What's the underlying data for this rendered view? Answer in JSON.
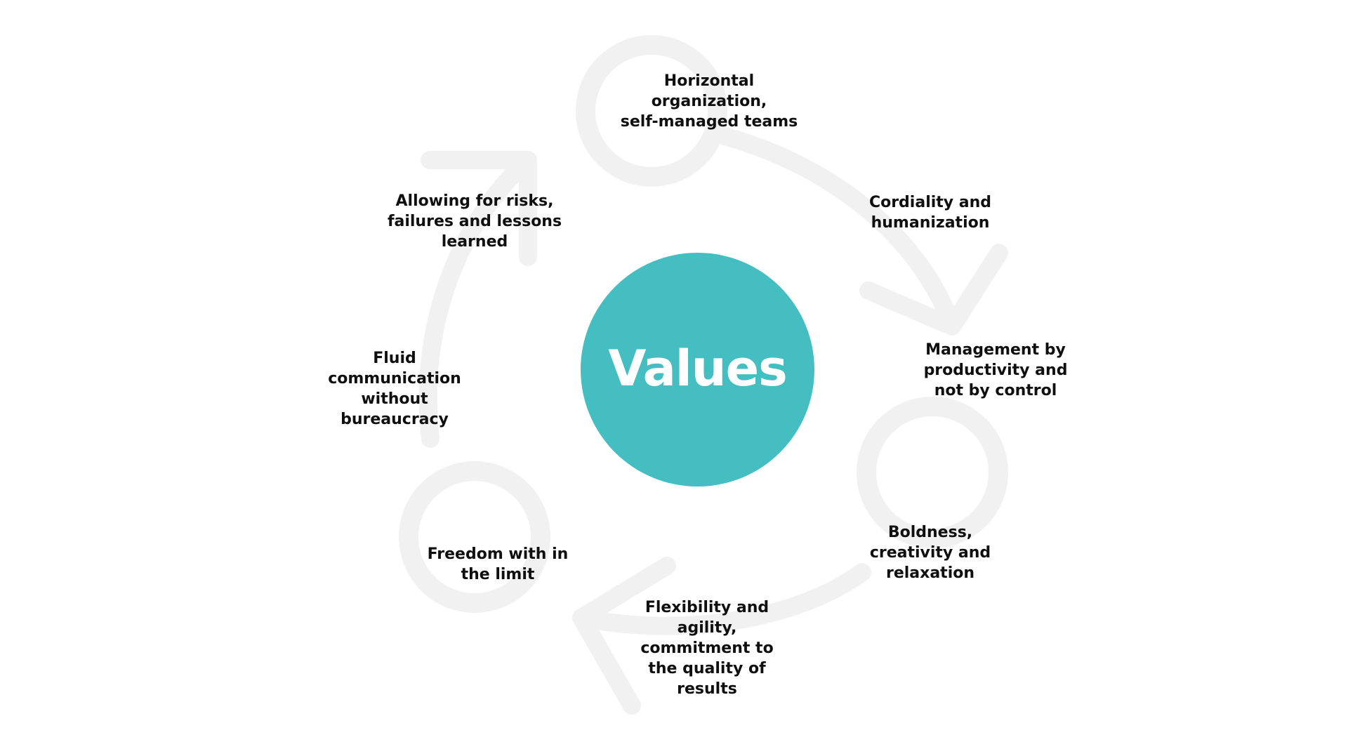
{
  "diagram": {
    "center_label": "Values",
    "center_color": "#44bec1",
    "decoration_color": "#f1f1f1",
    "text_color": "#0f0f0f",
    "decorations": [
      "circle-outline",
      "curved-arrow"
    ],
    "items": [
      "Horizontal\norganization,\nself-managed teams",
      "Cordiality and\nhumanization",
      "Management by\nproductivity and\nnot by control",
      "Boldness,\ncreativity and\nrelaxation",
      "Flexibility and\nagility,\ncommitment to\nthe quality of\nresults",
      "Freedom with in\nthe limit",
      "Fluid\ncommunication\nwithout\nbureaucracy",
      "Allowing for risks,\nfailures and lessons\nlearned"
    ]
  }
}
